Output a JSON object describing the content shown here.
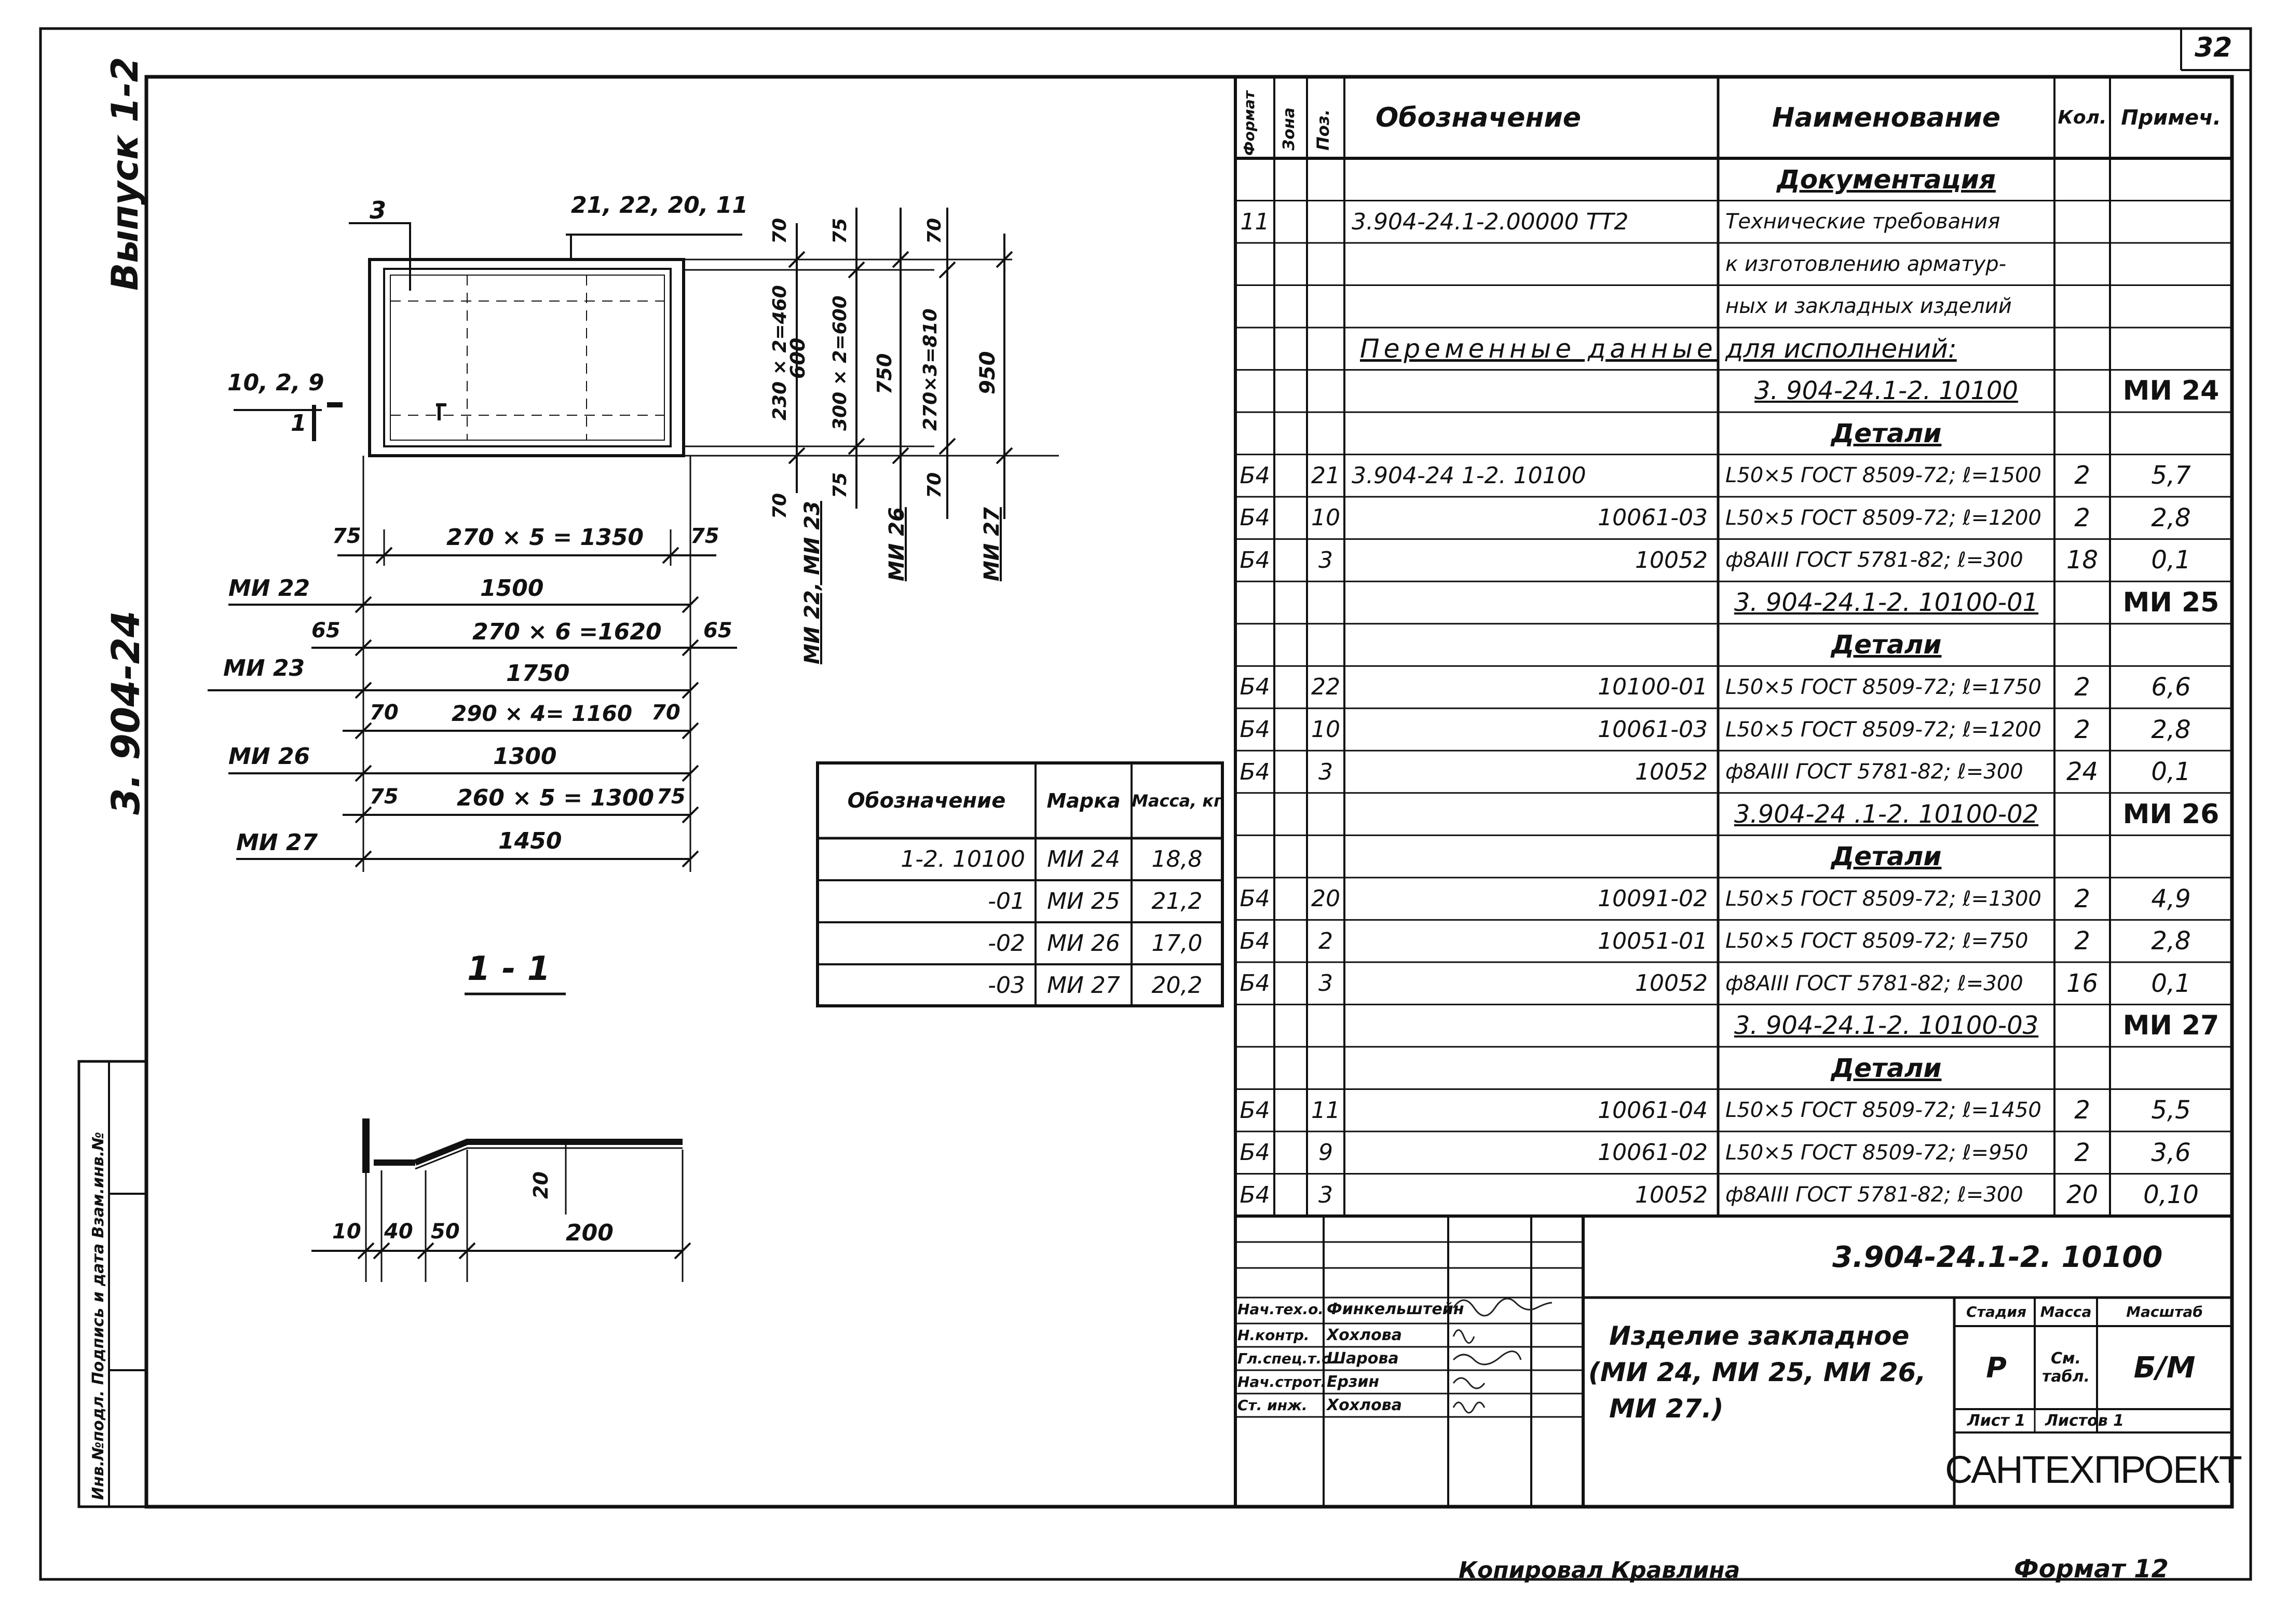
{
  "sheet_number": "32",
  "left_strip": {
    "issue": "Выпуск  1-2",
    "series": "3. 904-24",
    "stamp_text": "Инв.№подл.  Подпись и дата  Взам.инв.№"
  },
  "drawing": {
    "callout_top_left": "3",
    "callout_top_right": "21, 22, 20, 11",
    "callout_left": "10, 2, 9",
    "section_marker": "1",
    "section_label": "1 - 1",
    "right_dims": {
      "top_70_a": "70",
      "top_75": "75",
      "top_70_b": "70",
      "d1": "230 × 2=460",
      "d2": "600",
      "d3": "300 × 2=600",
      "d4": "750",
      "d5": "270×3=810",
      "d6": "950",
      "bottom_70_a": "70",
      "bottom_75": "75",
      "bottom_70_b": "70",
      "mark_a": "МИ 22, МИ 23",
      "mark_b": "МИ 26",
      "mark_c": "МИ 27"
    },
    "dim_rows": [
      {
        "edge_l": "75",
        "mid": "270 × 5 = 1350",
        "edge_r": "75",
        "mark": "МИ 22",
        "total": "1500"
      },
      {
        "edge_l": "65",
        "mid": "270 × 6 =1620",
        "edge_r": "65",
        "mark": "МИ 23",
        "total": "1750"
      },
      {
        "edge_l": "70",
        "mid": "290 × 4= 1160",
        "edge_r": "70",
        "mark": "МИ 26",
        "total": "1300"
      },
      {
        "edge_l": "75",
        "mid": "260 × 5 = 1300",
        "edge_r": "75",
        "mark": "МИ 27",
        "total": "1450"
      }
    ],
    "section_dims": {
      "d10": "10",
      "d40": "40",
      "d50": "50",
      "d200": "200",
      "d20": "20"
    }
  },
  "mass_table": {
    "headers": [
      "Обозначение",
      "Марка",
      "Масса, кг"
    ],
    "rows": [
      [
        "1-2. 10100",
        "МИ 24",
        "18,8"
      ],
      [
        "-01",
        "МИ 25",
        "21,2"
      ],
      [
        "-02",
        "МИ 26",
        "17,0"
      ],
      [
        "-03",
        "МИ 27",
        "20,2"
      ]
    ]
  },
  "spec": {
    "headers": {
      "format": "Формат",
      "zone": "Зона",
      "pos": "Поз.",
      "designation": "Обозначение",
      "name": "Наименование",
      "qty": "Кол.",
      "note": "Примеч."
    },
    "rows": [
      {
        "type": "section",
        "name": "Документация"
      },
      {
        "type": "item",
        "format": "11",
        "designation": "3.904-24.1-2.00000 ТТ2",
        "name": "Технические требования"
      },
      {
        "type": "item",
        "name": "к изготовлению арматур-"
      },
      {
        "type": "item",
        "name": "ных и закладных изделий"
      },
      {
        "type": "variable",
        "designation": "Переменные данные",
        "name": "для исполнений:"
      },
      {
        "type": "variant",
        "name": "3. 904-24.1-2. 10100",
        "note": "МИ 24"
      },
      {
        "type": "section",
        "name": "Детали"
      },
      {
        "type": "item",
        "format": "Б4",
        "pos": "21",
        "designation": "3.904-24 1-2.      10100",
        "name": "L50×5 ГОСТ 8509-72; ℓ=1500",
        "qty": "2",
        "note": "5,7"
      },
      {
        "type": "item",
        "format": "Б4",
        "pos": "10",
        "designation": "10061-03",
        "name": "L50×5 ГОСТ 8509-72; ℓ=1200",
        "qty": "2",
        "note": "2,8"
      },
      {
        "type": "item",
        "format": "Б4",
        "pos": "3",
        "designation": "10052",
        "name": "ф8АIII ГОСТ 5781-82; ℓ=300",
        "qty": "18",
        "note": "0,1"
      },
      {
        "type": "variant",
        "name": "3. 904-24.1-2. 10100-01",
        "note": "МИ 25"
      },
      {
        "type": "section",
        "name": "Детали"
      },
      {
        "type": "item",
        "format": "Б4",
        "pos": "22",
        "designation": "10100-01",
        "name": "L50×5 ГОСТ 8509-72; ℓ=1750",
        "qty": "2",
        "note": "6,6"
      },
      {
        "type": "item",
        "format": "Б4",
        "pos": "10",
        "designation": "10061-03",
        "name": "L50×5 ГОСТ 8509-72; ℓ=1200",
        "qty": "2",
        "note": "2,8"
      },
      {
        "type": "item",
        "format": "Б4",
        "pos": "3",
        "designation": "10052",
        "name": "ф8АIII ГОСТ 5781-82; ℓ=300",
        "qty": "24",
        "note": "0,1"
      },
      {
        "type": "variant",
        "name": "3.904-24 .1-2. 10100-02",
        "note": "МИ 26"
      },
      {
        "type": "section",
        "name": "Детали"
      },
      {
        "type": "item",
        "format": "Б4",
        "pos": "20",
        "designation": "10091-02",
        "name": "L50×5 ГОСТ 8509-72; ℓ=1300",
        "qty": "2",
        "note": "4,9"
      },
      {
        "type": "item",
        "format": "Б4",
        "pos": "2",
        "designation": "10051-01",
        "name": "L50×5 ГОСТ 8509-72; ℓ=750",
        "qty": "2",
        "note": "2,8"
      },
      {
        "type": "item",
        "format": "Б4",
        "pos": "3",
        "designation": "10052",
        "name": "ф8АIII ГОСТ 5781-82; ℓ=300",
        "qty": "16",
        "note": "0,1"
      },
      {
        "type": "variant",
        "name": "3. 904-24.1-2. 10100-03",
        "note": "МИ 27"
      },
      {
        "type": "section",
        "name": "Детали"
      },
      {
        "type": "item",
        "format": "Б4",
        "pos": "11",
        "designation": "10061-04",
        "name": "L50×5 ГОСТ 8509-72; ℓ=1450",
        "qty": "2",
        "note": "5,5"
      },
      {
        "type": "item",
        "format": "Б4",
        "pos": "9",
        "designation": "10061-02",
        "name": "L50×5 ГОСТ 8509-72; ℓ=950",
        "qty": "2",
        "note": "3,6"
      },
      {
        "type": "item",
        "format": "Б4",
        "pos": "3",
        "designation": "10052",
        "name": "ф8АIII ГОСТ 5781-82; ℓ=300",
        "qty": "20",
        "note": "0,10"
      }
    ]
  },
  "title_block": {
    "code": "3.904-24.1-2. 10100",
    "title_line1": "Изделие закладное",
    "title_line2": "(МИ 24, МИ 25, МИ 26,",
    "title_line3": "МИ 27.)",
    "stage_label": "Стадия",
    "stage": "Р",
    "mass_label": "Масса",
    "mass": "См. табл.",
    "scale_label": "Масштаб",
    "scale": "Б/М",
    "sheet_label": "Лист 1",
    "sheets_label": "Листов 1",
    "org": "САНТЕХПРОЕКТ",
    "staff": [
      {
        "role": "Нач.тех.о.",
        "name": "Финкельштейн"
      },
      {
        "role": "Н.контр.",
        "name": "Хохлова"
      },
      {
        "role": "Гл.спец.т.о.",
        "name": "Шарова"
      },
      {
        "role": "Нач.строт.",
        "name": "Ерзин"
      },
      {
        "role": "Ст. инж.",
        "name": "Хохлова"
      }
    ]
  },
  "footer": {
    "copied": "Копировал Кравлина",
    "format": "Формат 12"
  }
}
